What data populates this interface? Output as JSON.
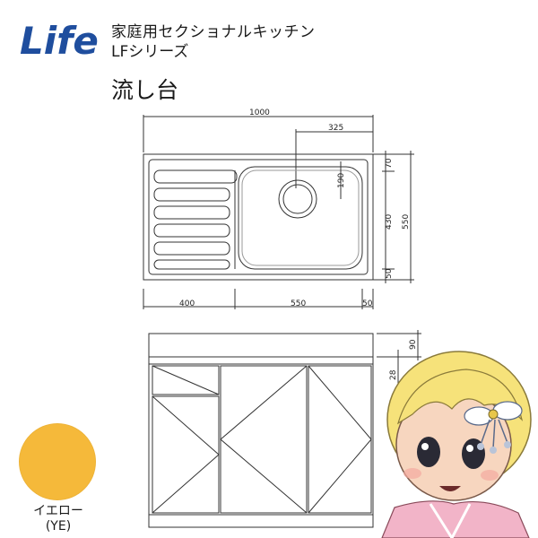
{
  "header": {
    "logo_text": "Life",
    "title": "家庭用セクショナルキッチン",
    "subtitle": "LFシリーズ",
    "product": "流し台"
  },
  "dimensions": {
    "total_width": "1000",
    "drain_offset": "325",
    "drain_depth": "190",
    "top_margin": "70",
    "bowl_depth": "430",
    "total_depth": "550",
    "bottom_margin": "50",
    "drainboard_width": "400",
    "bowl_width": "550",
    "right_margin": "50",
    "counter_height": "90",
    "drawer_height": "28"
  },
  "color_option": {
    "name": "イエロー",
    "code": "(YE)",
    "hex": "#F5B93A"
  },
  "colors": {
    "logo_blue": "#1F4E9E",
    "line": "#333333",
    "skin": "#F7D6BF",
    "hair": "#F6E27A"
  }
}
